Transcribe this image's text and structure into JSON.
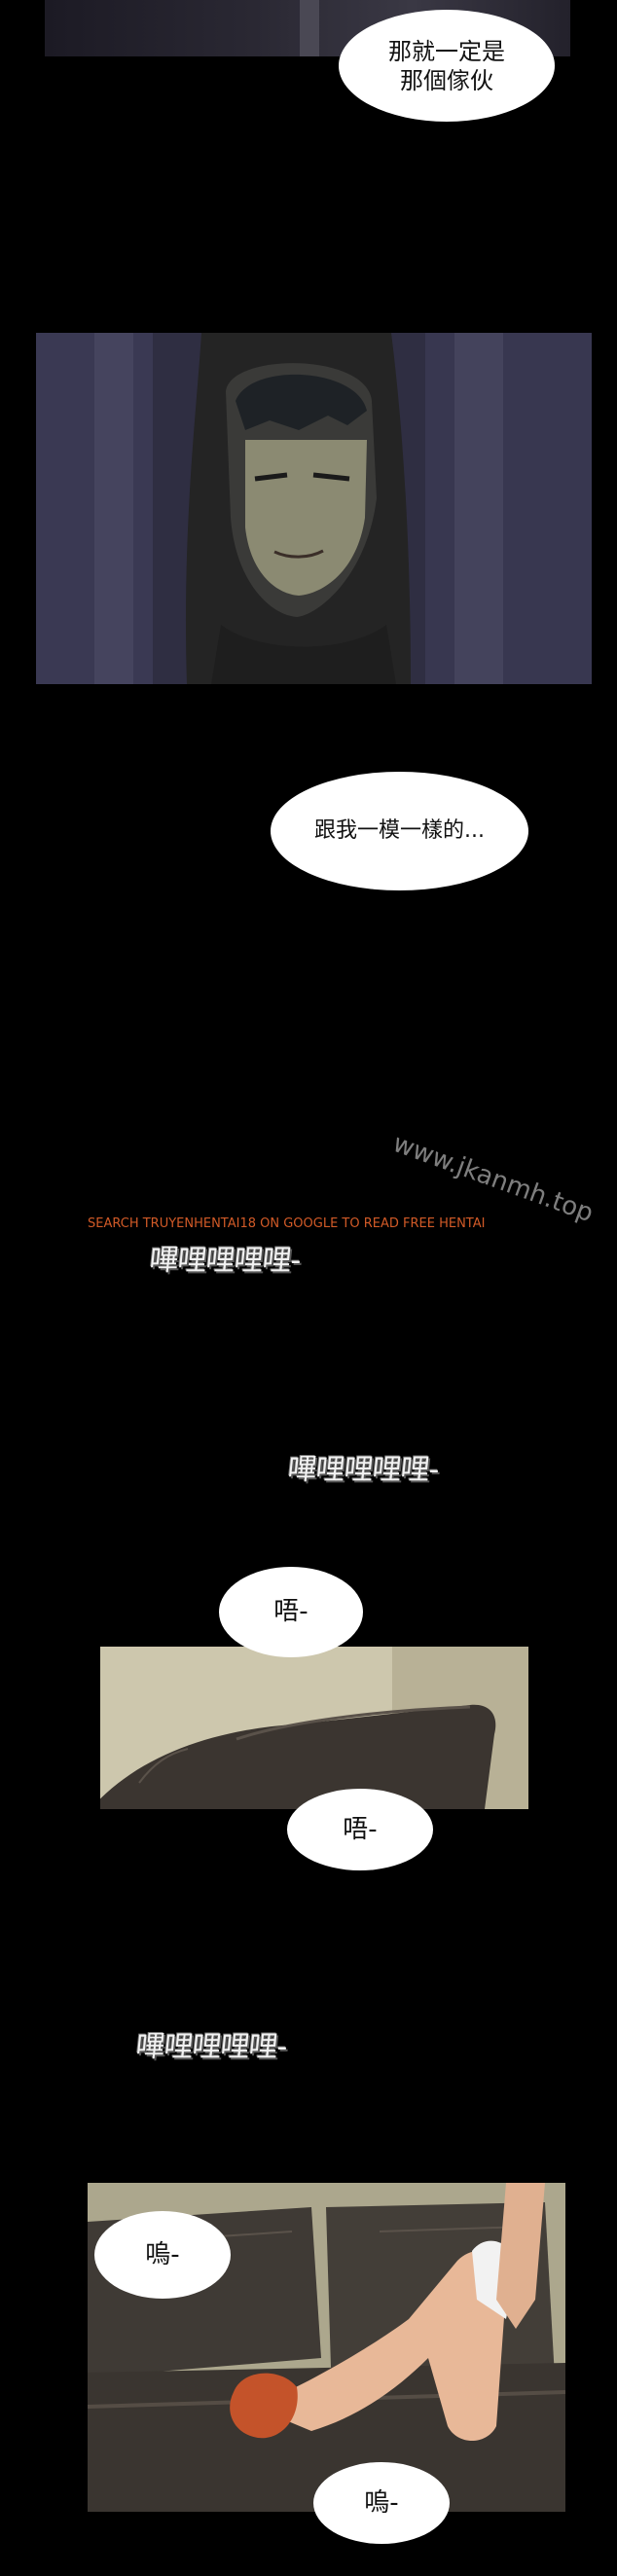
{
  "bubbles": {
    "b1": "那就一定是\n那個傢伙",
    "b2": "跟我一模一樣的...",
    "b3": "唔-",
    "b4": "唔-",
    "b5": "嗚-",
    "b6": "嗚-"
  },
  "sfx": {
    "s1": "嗶哩哩哩哩-",
    "s2": "嗶哩哩哩哩-",
    "s3": "嗶哩哩哩哩-"
  },
  "watermark": {
    "search_notice": "SEARCH TRUYENHENTAI18 ON GOOGLE TO READ FREE HENTAI",
    "site": "www.jkanmh.top"
  }
}
